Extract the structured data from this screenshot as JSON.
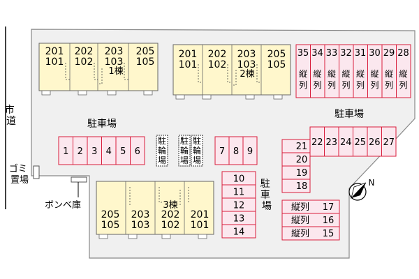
{
  "street_label": "市道",
  "garbage_label": "ゴミ置場",
  "cylinder_label": "ボンベ庫",
  "parking_labels": {
    "top_middle": "駐車場",
    "top_right": "駐車場",
    "center": "駐車場"
  },
  "bike_labels": [
    "駐輪場",
    "駐輪場",
    "駐輪場"
  ],
  "buildings": [
    {
      "name": "1棟",
      "units": [
        [
          "201",
          "101"
        ],
        [
          "202",
          "102"
        ],
        [
          "203",
          "103"
        ],
        [
          "205",
          "105"
        ]
      ]
    },
    {
      "name": "2棟",
      "units": [
        [
          "201",
          "101"
        ],
        [
          "202",
          "102"
        ],
        [
          "203",
          "103"
        ],
        [
          "205",
          "105"
        ]
      ]
    },
    {
      "name": "3棟",
      "units": [
        [
          "205",
          "105"
        ],
        [
          "203",
          "103"
        ],
        [
          "202",
          "102"
        ],
        [
          "201",
          "101"
        ]
      ]
    }
  ],
  "spaces": {
    "left_row": [
      "1",
      "2",
      "3",
      "4",
      "5",
      "6"
    ],
    "mid_row": [
      "7",
      "8",
      "9"
    ],
    "center_col": [
      "10",
      "11",
      "12",
      "13",
      "14"
    ],
    "top_right_vertical": [
      "35",
      "34",
      "33",
      "32",
      "31",
      "30",
      "29",
      "28"
    ],
    "vertical_label": "縦列",
    "right_row": [
      "22",
      "23",
      "24",
      "25",
      "26",
      "27"
    ],
    "right_col": [
      "21",
      "20",
      "19",
      "18"
    ],
    "tandem": [
      "17",
      "16",
      "15"
    ]
  },
  "compass_label": "N",
  "colors": {
    "building_fill": "#fff7cc",
    "parking_stroke": "#d81e3c",
    "parking_fill": "#fbe7ee",
    "lot_fill": "#f0f0f0"
  }
}
